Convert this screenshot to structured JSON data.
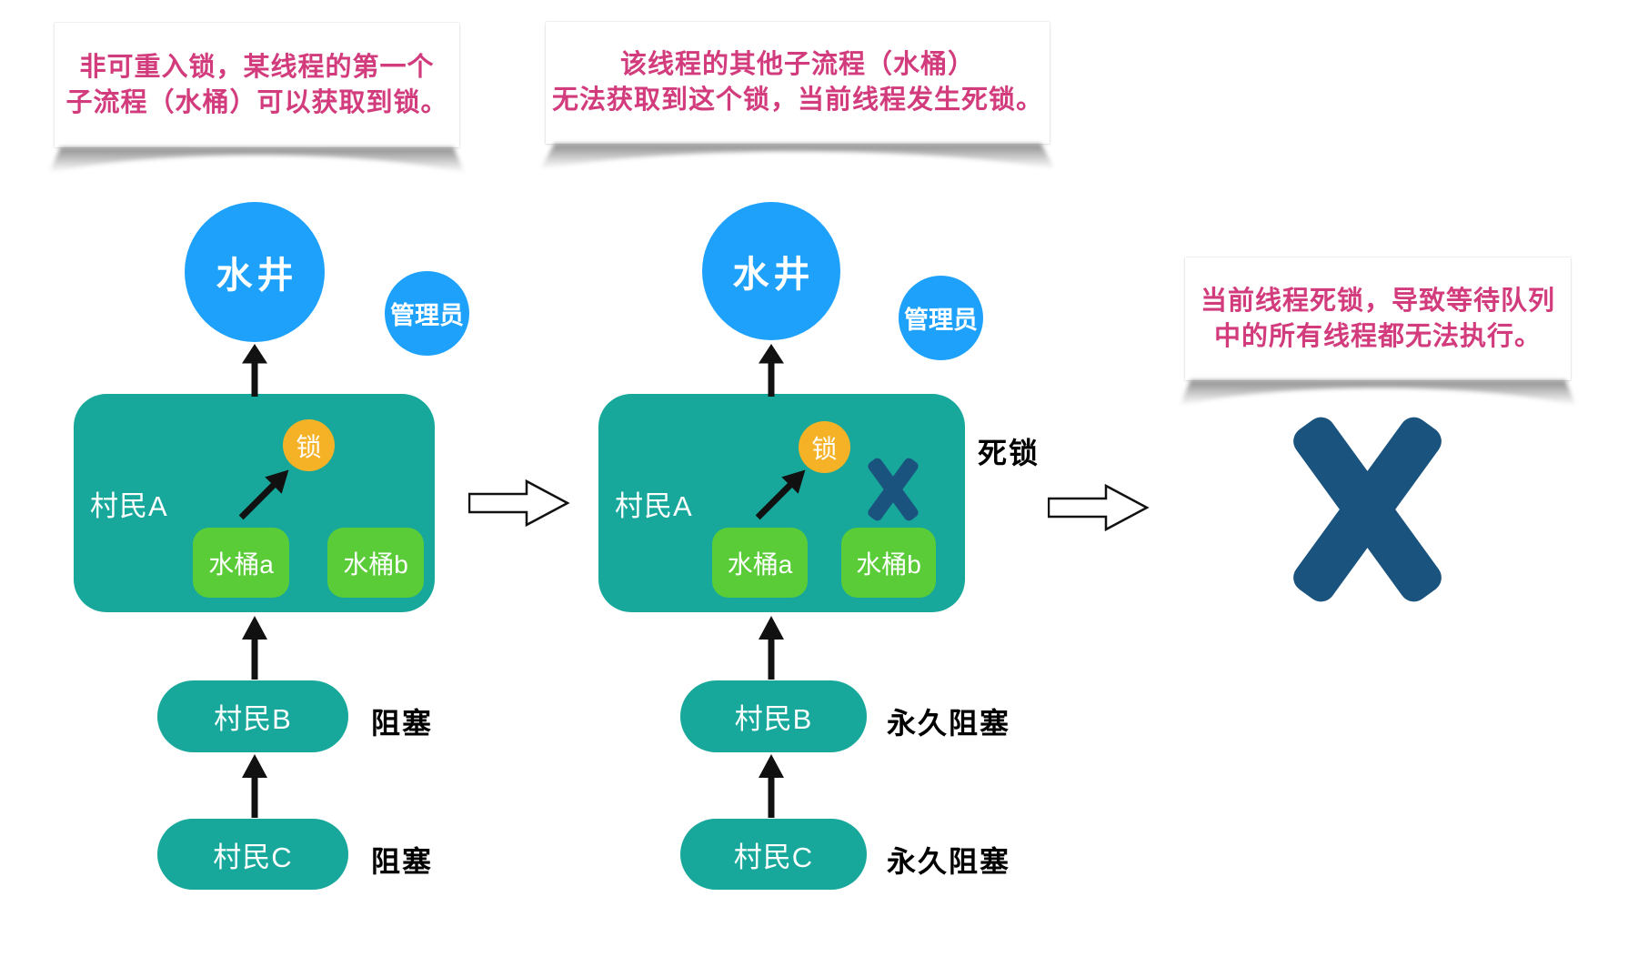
{
  "notes": [
    {
      "line1": "非可重入锁，某线程的第一个",
      "line2": "子流程（水桶）可以获取到锁。"
    },
    {
      "line1": "该线程的其他子流程（水桶）",
      "line2": "无法获取到这个锁，当前线程发生死锁。"
    },
    {
      "line1": "当前线程死锁，导致等待队列",
      "line2": "中的所有线程都无法执行。"
    }
  ],
  "diagram1": {
    "well": "水井",
    "admin": "管理员",
    "villager_a": "村民A",
    "lock": "锁",
    "bucket_a": "水桶a",
    "bucket_b": "水桶b",
    "villager_b": "村民B",
    "villager_b_status": "阻塞",
    "villager_c": "村民C",
    "villager_c_status": "阻塞"
  },
  "diagram2": {
    "well": "水井",
    "admin": "管理员",
    "villager_a": "村民A",
    "lock": "锁",
    "bucket_a": "水桶a",
    "bucket_b": "水桶b",
    "deadlock_label": "死锁",
    "villager_b": "村民B",
    "villager_b_status": "永久阻塞",
    "villager_c": "村民C",
    "villager_c_status": "永久阻塞"
  },
  "colors": {
    "note_text_pink": "#d23c7d",
    "well_blue": "#1ea1fb",
    "villager_teal": "#17a89b",
    "bucket_green": "#5acc38",
    "lock_orange": "#f5b226",
    "x_mark_blue": "#1a537e",
    "arrow_black": "#111111"
  }
}
